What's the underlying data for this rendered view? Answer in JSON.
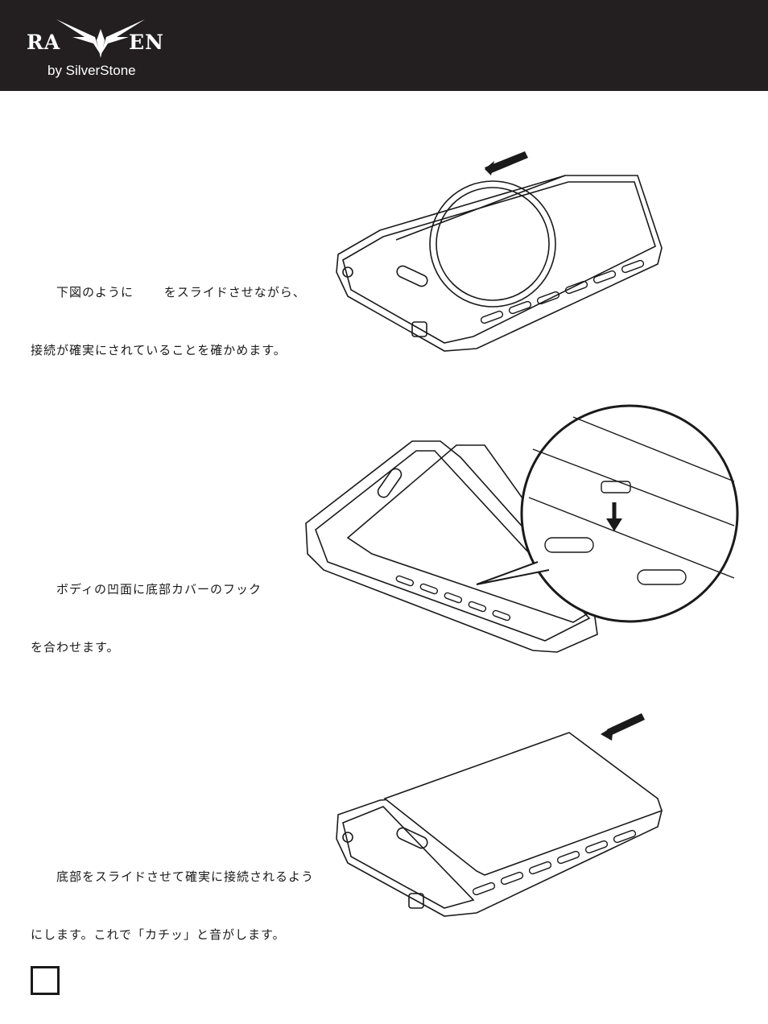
{
  "header": {
    "logo_word_left": "RA",
    "logo_word_right": "EN",
    "logo_tagline": "by SilverStone",
    "background": "#231f20"
  },
  "steps": [
    {
      "line1": "　　下図のように　　 をスライドさせながら、",
      "line2": "接続が確実にされていることを確かめます。"
    },
    {
      "line1": "　　ボディの凹面に底部カバーのフック",
      "line2": "を合わせます。"
    },
    {
      "line1": "　　底部をスライドさせて確実に接続されるよう",
      "line2": "にします。これで「カチッ」と音がします。"
    }
  ],
  "footer": {
    "page_number": ""
  },
  "colors": {
    "ink": "#1a1a1a",
    "paper": "#ffffff"
  }
}
